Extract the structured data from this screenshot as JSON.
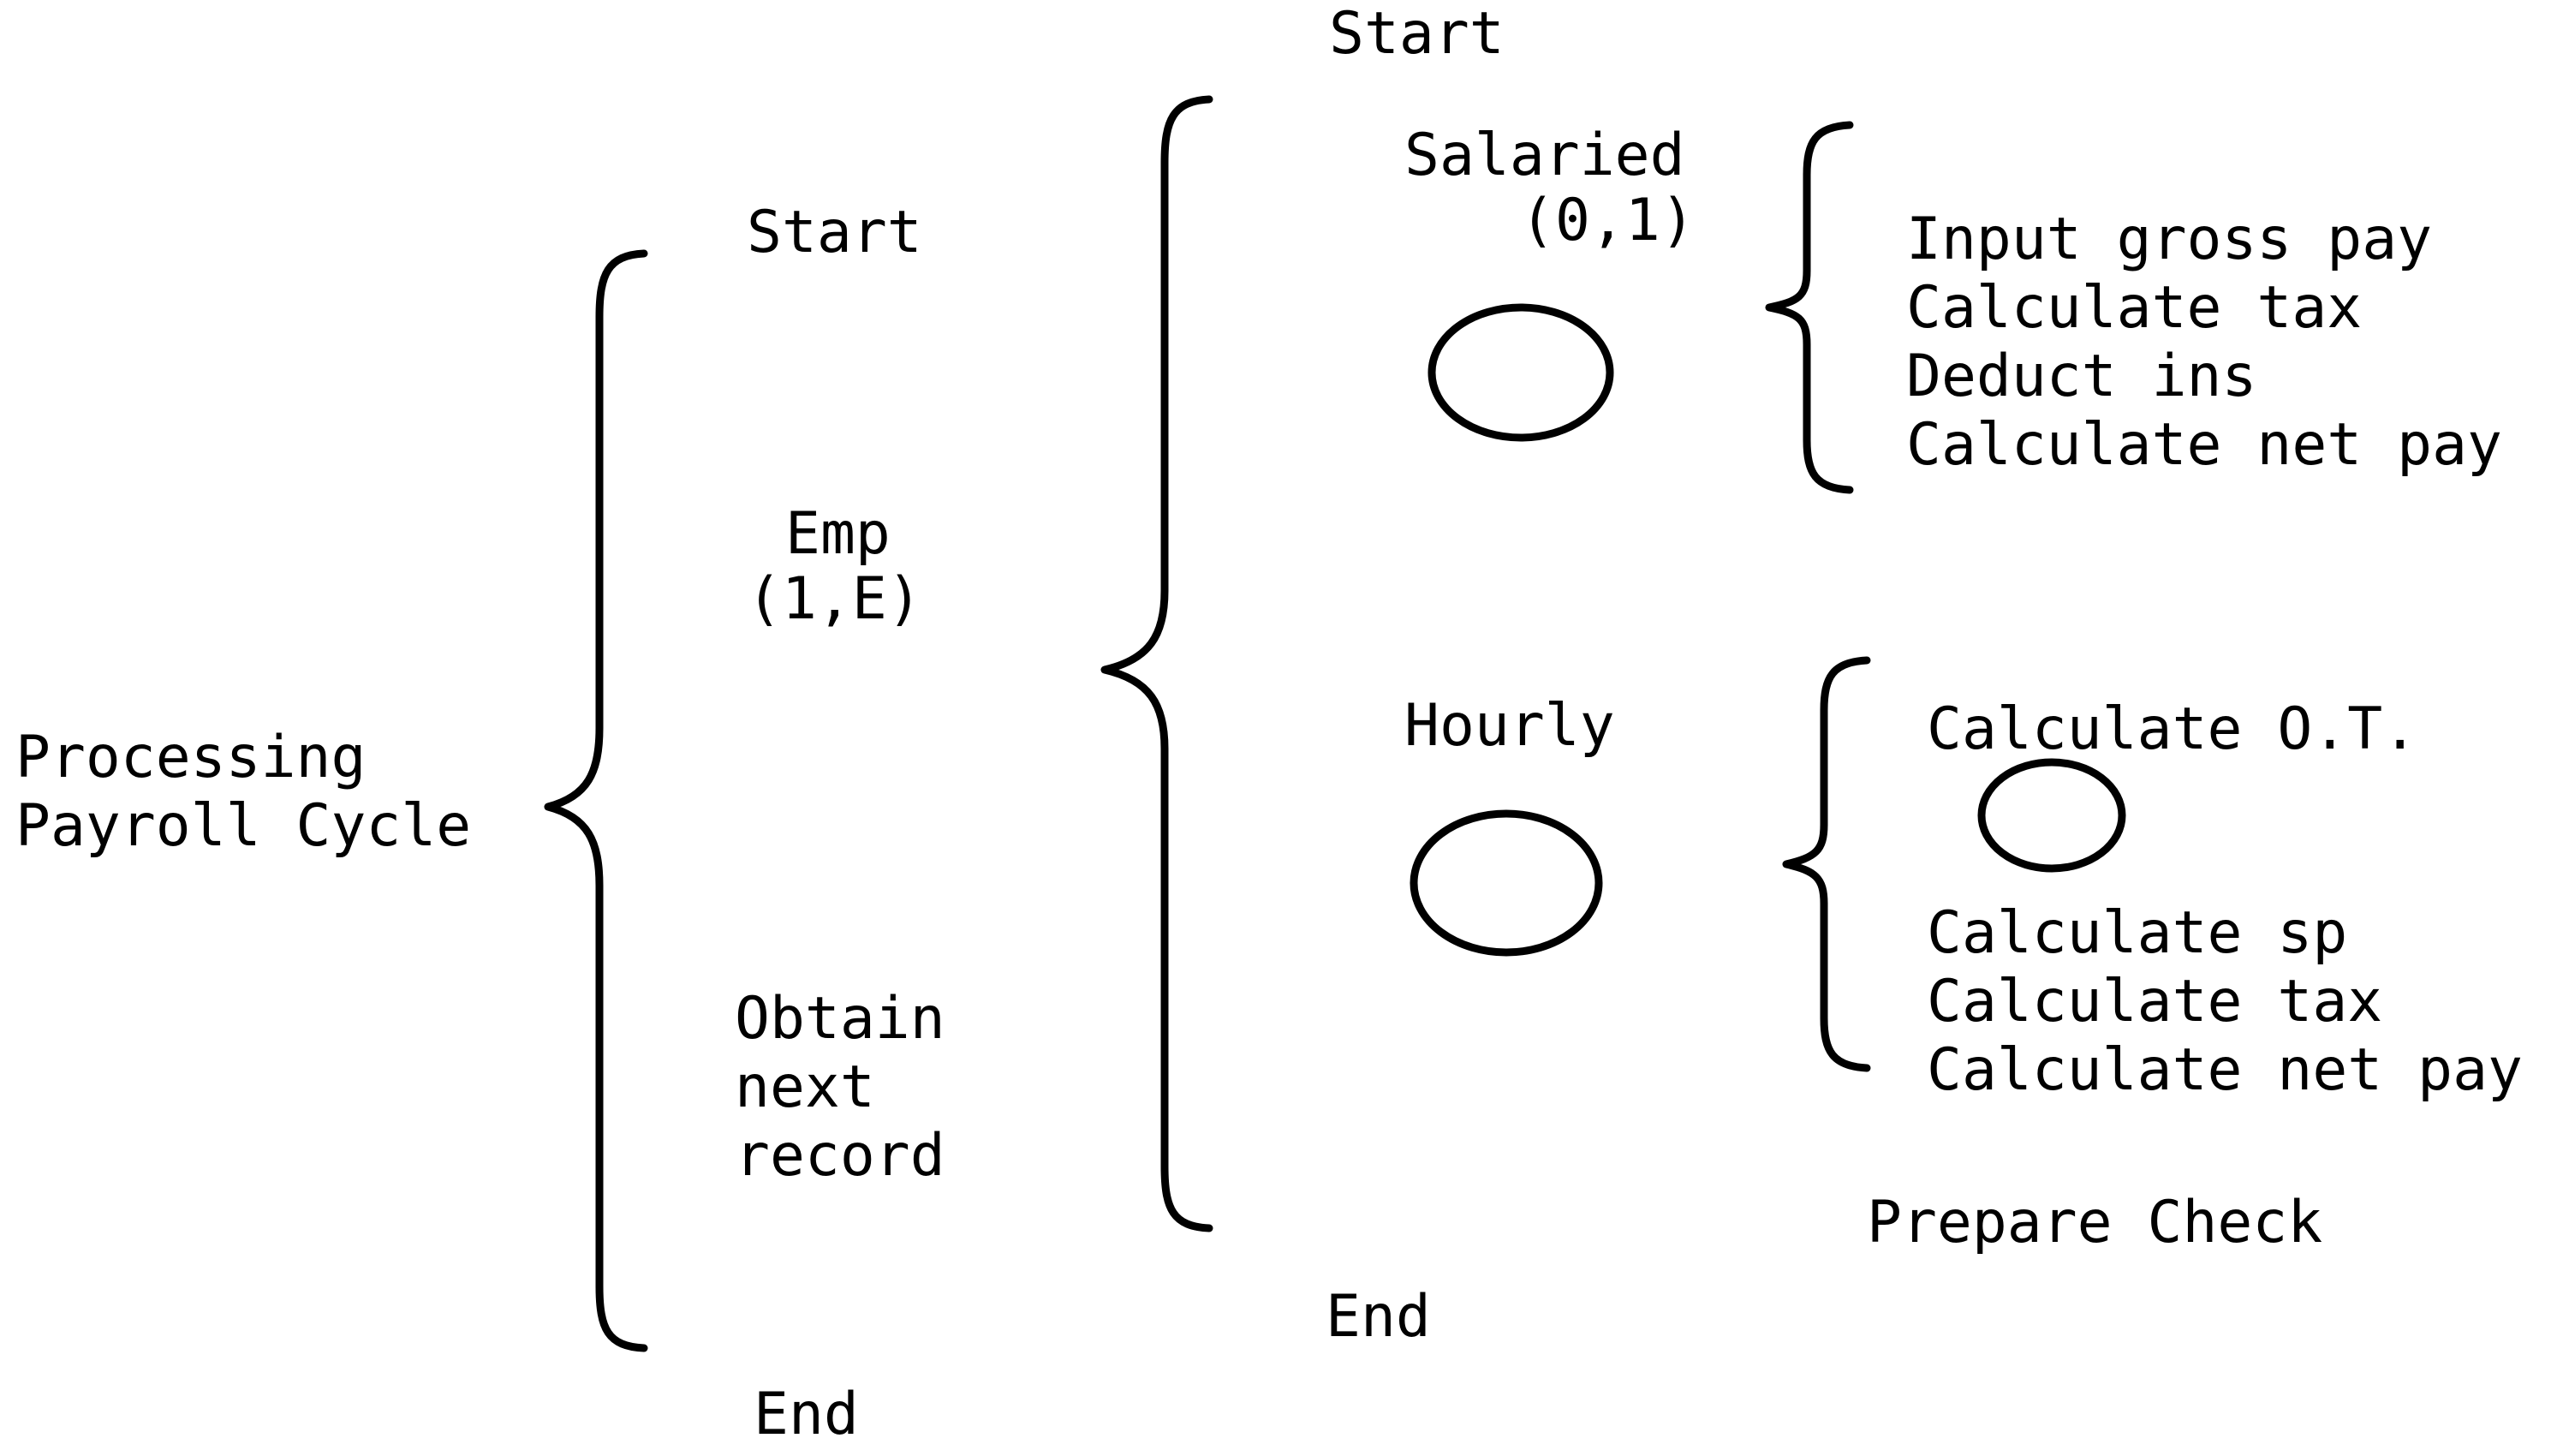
{
  "diagram": {
    "type": "warnier-orr-bracket-diagram",
    "title_text": "Processing\nPayroll Cycle",
    "root": {
      "name": "root-label",
      "line1": "Processing",
      "line2": "Payroll Cycle"
    },
    "level1": {
      "start": "Start",
      "item_line1": "Emp",
      "item_line2": "(1,E)",
      "obtain_line1": "Obtain",
      "obtain_line2": "next",
      "obtain_line3": "record",
      "end": "End"
    },
    "level2": {
      "start": "Start",
      "salaried_label": "Salaried",
      "salaried_cardinality": "(0,1)",
      "hourly_label": "Hourly",
      "end": "End"
    },
    "level3": {
      "salaried_actions": [
        "Input gross pay",
        "Calculate tax",
        "Deduct ins",
        "Calculate net pay"
      ],
      "hourly_action_top": "Calculate O.T.",
      "hourly_actions": [
        "Calculate sp",
        "Calculate tax",
        "Calculate net pay"
      ],
      "prepare_check": "Prepare Check"
    },
    "colors": {
      "ink": "#000000",
      "paper": "#ffffff"
    },
    "symbols": {
      "exclusive_or_circle": "empty-ellipse",
      "grouping_bracket": "curly-brace"
    }
  }
}
